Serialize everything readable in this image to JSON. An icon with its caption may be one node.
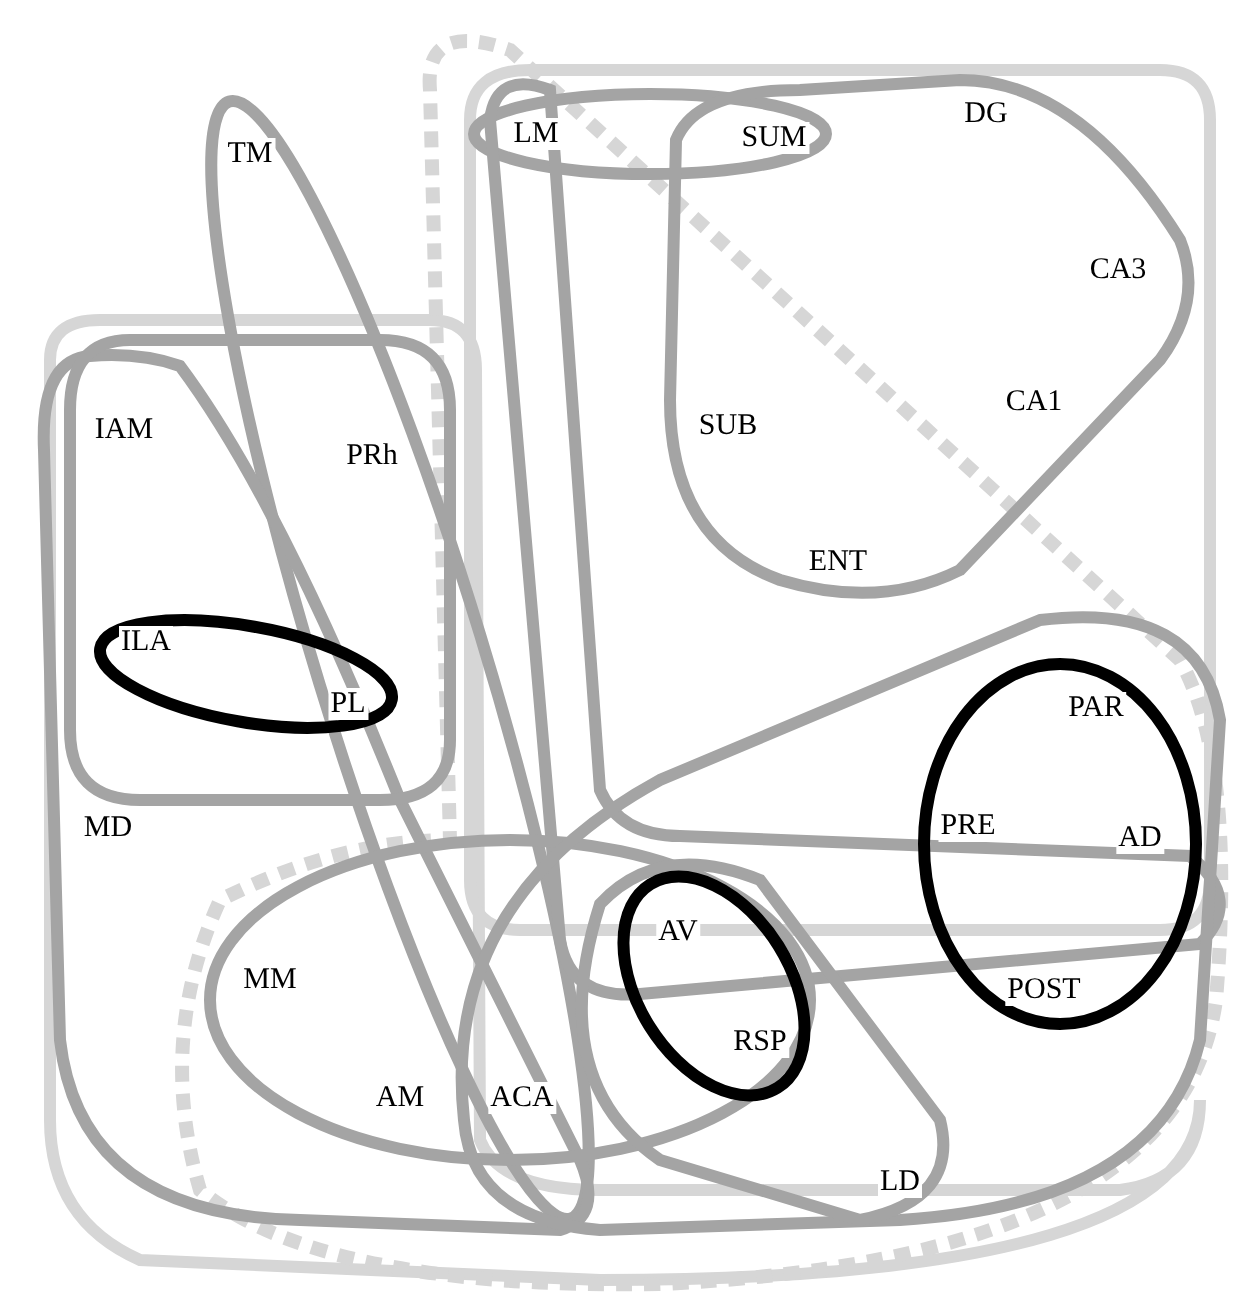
{
  "diagram": {
    "labels": [
      "TM",
      "LM",
      "SUM",
      "DG",
      "CA3",
      "IAM",
      "PRh",
      "SUB",
      "CA1",
      "ENT",
      "ILA",
      "PL",
      "PAR",
      "MD",
      "PRE",
      "AD",
      "AV",
      "MM",
      "POST",
      "RSP",
      "AM",
      "ACA",
      "LD"
    ]
  }
}
